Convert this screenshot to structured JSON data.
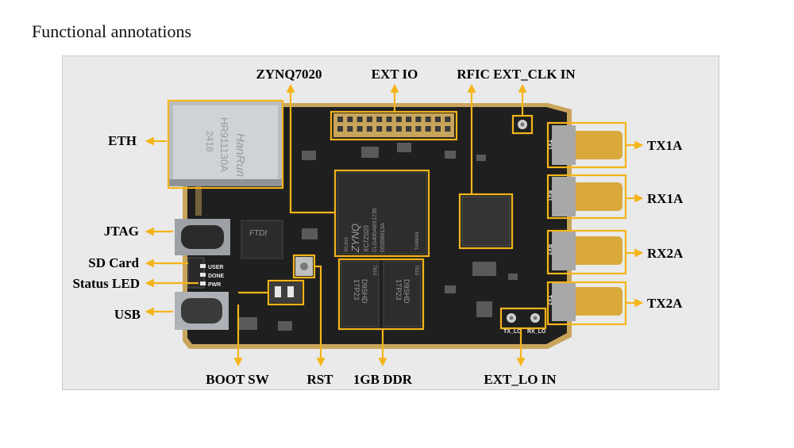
{
  "heading": "Functional annotations",
  "annotations": {
    "zynq": "ZYNQ7020",
    "ext_io": "EXT IO",
    "rfic_ext_clk": "RFIC EXT_CLK IN",
    "eth": "ETH",
    "jtag": "JTAG",
    "sd_card": "SD Card",
    "status_led": "Status LED",
    "usb": "USB",
    "tx1a": "TX1A",
    "rx1a": "RX1A",
    "rx2a": "RX2A",
    "tx2a": "TX2A",
    "boot_sw": "BOOT SW",
    "rst": "RST",
    "ddr": "1GB DDR",
    "ext_lo": "EXT_LO IN"
  },
  "silkscreen": {
    "led_user": "USER",
    "led_done": "DONE",
    "led_pwr": "PWR",
    "tx_lo": "TX_LO",
    "rx_lo": "RX_LO",
    "tx1": "TX1",
    "rx1": "RX1",
    "rx2": "RX2",
    "tx2": "TX2"
  },
  "markings": {
    "eth_brand": "HanRun",
    "eth_part": "HR911130A",
    "eth_code": "2418",
    "ftdi": "FTDI",
    "zynq_vendor": "XILINX",
    "zynq_name": "ZYNQ",
    "zynq_part": "XC7Z020",
    "zynq_pkg": "CLG400ABX1735",
    "zynq_lot": "D5958013A",
    "zynq_origin": "TAIWAN",
    "ddr_part": "D9SHD",
    "ddr_code": "1TP23",
    "ddr_date": "7810"
  },
  "colors": {
    "highlight": "#f4b41a",
    "board": "#1f1f1f",
    "board_edge": "#c9a55c",
    "panel": "#eaeaea"
  }
}
